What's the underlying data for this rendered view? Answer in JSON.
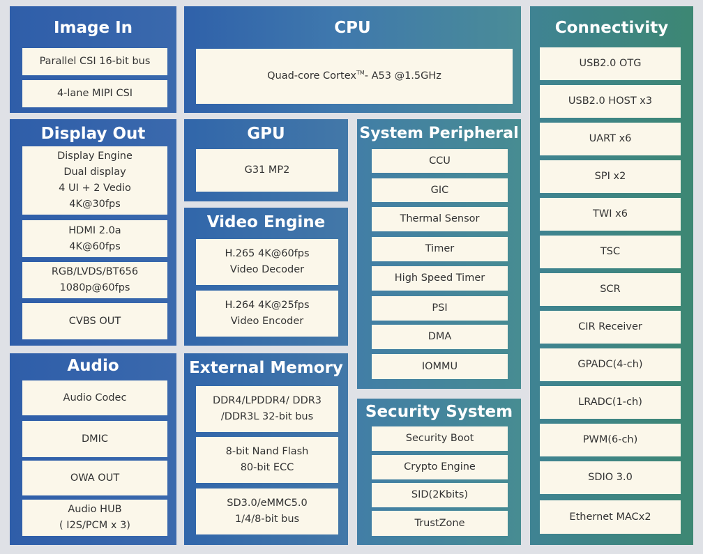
{
  "image_in": {
    "title": "Image In",
    "items": [
      "Parallel CSI 16-bit bus",
      "4-lane MIPI CSI"
    ]
  },
  "cpu": {
    "title": "CPU",
    "item_pre": "Quad-core Cortex",
    "item_tm": "TM",
    "item_post": "- A53 @1.5GHz"
  },
  "connectivity": {
    "title": "Connectivity",
    "items": [
      "USB2.0 OTG",
      "USB2.0 HOST x3",
      "UART x6",
      "SPI x2",
      "TWI x6",
      "TSC",
      "SCR",
      "CIR Receiver",
      "GPADC(4-ch)",
      "LRADC(1-ch)",
      "PWM(6-ch)",
      "SDIO 3.0",
      "Ethernet MACx2"
    ]
  },
  "display_out": {
    "title": "Display Out",
    "items": [
      [
        "Display Engine",
        "Dual display",
        "4 UI  + 2 Vedio",
        "4K@30fps"
      ],
      [
        "HDMI 2.0a",
        "4K@60fps"
      ],
      [
        "RGB/LVDS/BT656",
        "1080p@60fps"
      ],
      [
        "CVBS OUT"
      ]
    ]
  },
  "gpu": {
    "title": "GPU",
    "items": [
      "G31 MP2"
    ]
  },
  "system_peripheral": {
    "title": "System Peripheral",
    "items": [
      "CCU",
      "GIC",
      "Thermal Sensor",
      "Timer",
      "High Speed Timer",
      "PSI",
      "DMA",
      "IOMMU"
    ]
  },
  "video_engine": {
    "title": "Video Engine",
    "items": [
      [
        "H.265 4K@60fps",
        "Video Decoder"
      ],
      [
        "H.264 4K@25fps",
        "Video Encoder"
      ]
    ]
  },
  "audio": {
    "title": "Audio",
    "items": [
      [
        "Audio Codec"
      ],
      [
        "DMIC"
      ],
      [
        "OWA OUT"
      ],
      [
        "Audio HUB",
        "( I2S/PCM x 3)"
      ]
    ]
  },
  "external_memory": {
    "title": "External Memory",
    "items": [
      [
        "DDR4/LPDDR4/ DDR3",
        "/DDR3L 32-bit bus"
      ],
      [
        "8-bit Nand Flash",
        "80-bit ECC"
      ],
      [
        "SD3.0/eMMC5.0",
        "1/4/8-bit bus"
      ]
    ]
  },
  "security_system": {
    "title": "Security System",
    "items": [
      "Security Boot",
      "Crypto Engine",
      "SID(2Kbits)",
      "TrustZone"
    ]
  },
  "colors": {
    "background": "#dfe1e6",
    "panel_blue": "#2f5ea9",
    "panel_teal": "#3d8773",
    "box_fill": "#fbf7ea",
    "title_text": "#ffffff",
    "box_text": "#333333"
  }
}
